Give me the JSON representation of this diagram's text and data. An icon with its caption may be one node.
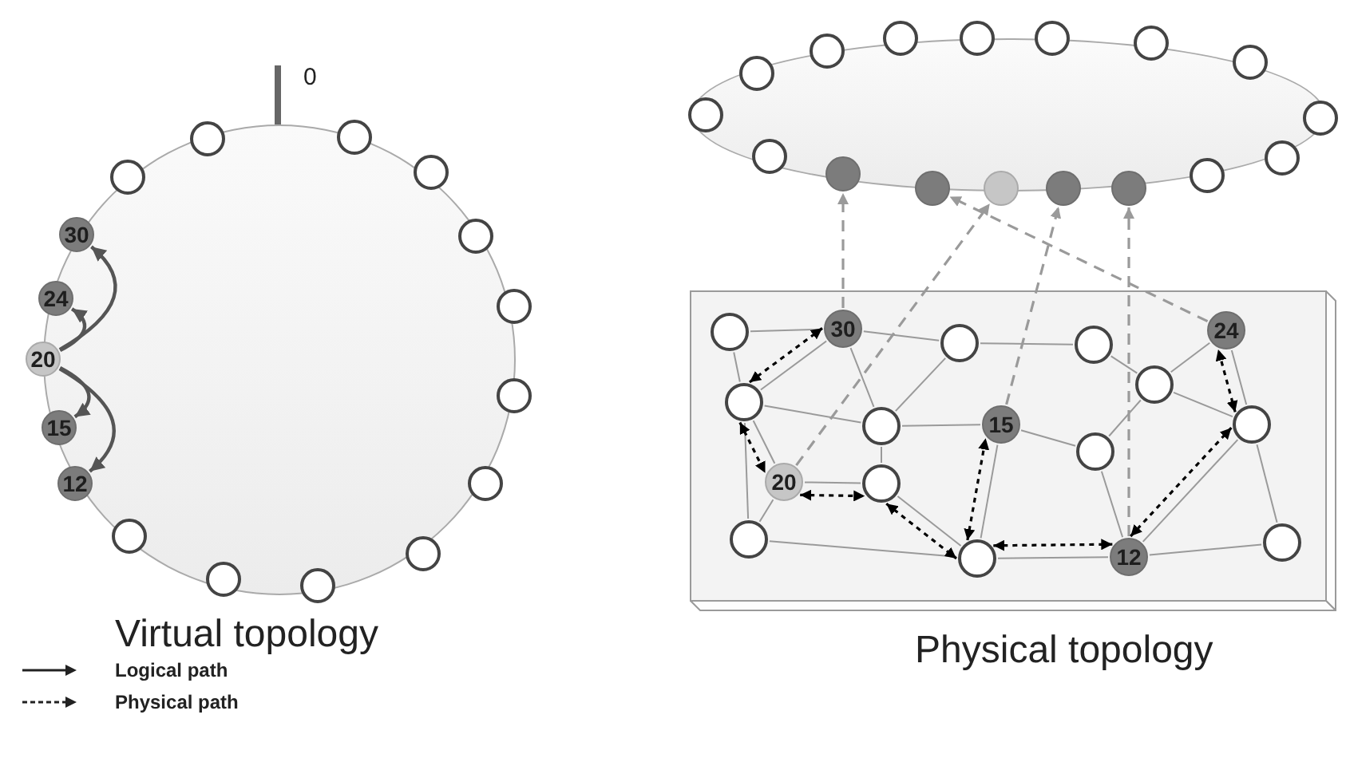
{
  "diagram": {
    "nodes": [
      {
        "text": [],
        "shape": "circle"
      },
      {
        "text": [],
        "shape": "circle"
      },
      {
        "text": [],
        "shape": "circle"
      },
      {
        "text": [],
        "shape": "circle"
      },
      {
        "text": [
          "30"
        ]
      },
      {
        "text": [],
        "shape": "circle"
      },
      {
        "text": [
          "24"
        ]
      },
      {
        "text": [],
        "shape": "circle"
      },
      {
        "text": [
          "20"
        ]
      },
      {
        "text": [],
        "shape": "circle"
      },
      {
        "text": [
          "15"
        ]
      },
      {
        "text": [],
        "shape": "circle"
      },
      {
        "text": [
          "12"
        ]
      },
      {
        "text": [],
        "shape": "circle"
      },
      {
        "text": [],
        "shape": "circle"
      },
      {
        "text": [],
        "shape": "circle"
      },
      {
        "text": [],
        "shape": "circle"
      },
      {
        "text": [],
        "shape": "circle"
      },
      {
        "text": [],
        "shape": "circle"
      },
      {
        "text": [],
        "shape": "circle"
      },
      {
        "text": [],
        "shape": "circle"
      },
      {
        "text": [],
        "shape": "circle"
      },
      {
        "text": [],
        "shape": "circle"
      },
      {
        "text": [],
        "shape": "circle"
      },
      {
        "text": [],
        "shape": "circle"
      },
      {
        "text": [],
        "shape": "circle"
      },
      {
        "text": [],
        "shape": "circle"
      },
      {
        "text": [],
        "shape": "circle"
      },
      {
        "text": [],
        "shape": "circle"
      },
      {
        "text": [],
        "shape": "circle"
      },
      {
        "text": [],
        "shape": "circle"
      },
      {
        "text": [],
        "shape": "circle"
      },
      {
        "text": [],
        "shape": "circle"
      },
      {
        "text": [],
        "shape": "circle"
      },
      {
        "text": [
          "Physical topology"
        ]
      },
      {
        "text": [
          "30"
        ],
        "in": 34
      },
      {
        "text": [
          "24"
        ],
        "in": 34
      },
      {
        "text": [],
        "shape": "circle",
        "in": 34
      },
      {
        "text": [],
        "shape": "circle",
        "in": 34
      },
      {
        "text": [],
        "shape": "circle",
        "in": 34
      },
      {
        "text": [],
        "shape": "circle",
        "in": 34
      },
      {
        "text": [],
        "shape": "circle",
        "in": 34
      },
      {
        "text": [
          "15"
        ],
        "in": 34
      },
      {
        "text": [],
        "shape": "circle",
        "in": 34
      },
      {
        "text": [],
        "shape": "circle",
        "in": 34
      },
      {
        "text": [],
        "shape": "circle",
        "in": 34
      },
      {
        "text": [
          "20"
        ],
        "in": 34
      },
      {
        "text": [],
        "shape": "circle",
        "in": 34
      },
      {
        "text": [],
        "shape": "circle",
        "in": 34
      },
      {
        "text": [],
        "shape": "circle",
        "in": 34
      },
      {
        "text": [
          "12"
        ],
        "in": 34
      },
      {
        "text": [],
        "shape": "circle",
        "in": 34
      }
    ],
    "edges": [
      {
        "from": 8,
        "to": 4,
        "arrow": "to",
        "color": "#555555"
      },
      {
        "from": 8,
        "to": 6,
        "arrow": "to",
        "color": "#555555"
      },
      {
        "from": 8,
        "to": 10,
        "arrow": "to",
        "color": "#555555"
      },
      {
        "from": 8,
        "to": 12,
        "arrow": "to",
        "color": "#555555"
      },
      {
        "from": 35,
        "to": 28,
        "arrow": "to",
        "style": "dashed"
      },
      {
        "from": 46,
        "to": 31,
        "arrow": "to",
        "style": "dashed"
      },
      {
        "from": 42,
        "to": 32,
        "arrow": "to",
        "style": "dashed"
      },
      {
        "from": 50,
        "to": 33,
        "arrow": "to",
        "style": "dashed"
      },
      {
        "from": 36,
        "to": 30,
        "arrow": "to",
        "style": "dashed"
      },
      {
        "from": 37,
        "to": 35,
        "arrow": "none"
      },
      {
        "from": 37,
        "to": 41,
        "arrow": "none"
      },
      {
        "from": 41,
        "to": 35,
        "arrow": "none"
      },
      {
        "from": 35,
        "to": 38,
        "arrow": "none"
      },
      {
        "from": 35,
        "to": 44,
        "arrow": "none"
      },
      {
        "from": 41,
        "to": 44,
        "arrow": "none"
      },
      {
        "from": 41,
        "to": 48,
        "arrow": "none"
      },
      {
        "from": 41,
        "to": 46,
        "arrow": "none"
      },
      {
        "from": 46,
        "to": 47,
        "arrow": "none"
      },
      {
        "from": 46,
        "to": 48,
        "arrow": "none"
      },
      {
        "from": 48,
        "to": 51,
        "arrow": "none"
      },
      {
        "from": 44,
        "to": 47,
        "arrow": "none"
      },
      {
        "from": 44,
        "to": 38,
        "arrow": "none"
      },
      {
        "from": 44,
        "to": 42,
        "arrow": "none"
      },
      {
        "from": 47,
        "to": 51,
        "arrow": "none"
      },
      {
        "from": 51,
        "to": 42,
        "arrow": "none"
      },
      {
        "from": 42,
        "to": 45,
        "arrow": "none"
      },
      {
        "from": 39,
        "to": 38,
        "arrow": "none"
      },
      {
        "from": 39,
        "to": 40,
        "arrow": "none"
      },
      {
        "from": 40,
        "to": 45,
        "arrow": "none"
      },
      {
        "from": 40,
        "to": 36,
        "arrow": "none"
      },
      {
        "from": 40,
        "to": 43,
        "arrow": "none"
      },
      {
        "from": 36,
        "to": 43,
        "arrow": "none"
      },
      {
        "from": 45,
        "to": 50,
        "arrow": "none"
      },
      {
        "from": 50,
        "to": 43,
        "arrow": "none"
      },
      {
        "from": 50,
        "to": 51,
        "arrow": "none"
      },
      {
        "from": 50,
        "to": 49,
        "arrow": "none"
      },
      {
        "from": 43,
        "to": 49,
        "arrow": "none"
      },
      {
        "from": 41,
        "to": 35,
        "arrow": "both",
        "style": "dashed",
        "color": "#000000"
      },
      {
        "from": 41,
        "to": 46,
        "arrow": "both",
        "style": "dashed",
        "color": "#000000"
      },
      {
        "from": 46,
        "to": 47,
        "arrow": "both",
        "style": "dashed",
        "color": "#000000"
      },
      {
        "from": 47,
        "to": 51,
        "arrow": "both",
        "style": "dashed",
        "color": "#000000"
      },
      {
        "from": 51,
        "to": 42,
        "arrow": "both",
        "style": "dashed",
        "color": "#000000"
      },
      {
        "from": 51,
        "to": 50,
        "arrow": "both",
        "style": "dashed",
        "color": "#000000"
      },
      {
        "from": 50,
        "to": 43,
        "arrow": "both",
        "style": "dashed",
        "color": "#000000"
      },
      {
        "from": 43,
        "to": 36,
        "arrow": "both",
        "style": "dashed",
        "color": "#000000"
      }
    ],
    "labels": [
      "0",
      "Virtual topology"
    ],
    "legend": [
      {
        "text": "Logical path"
      },
      {
        "text": "Physical path"
      }
    ]
  }
}
